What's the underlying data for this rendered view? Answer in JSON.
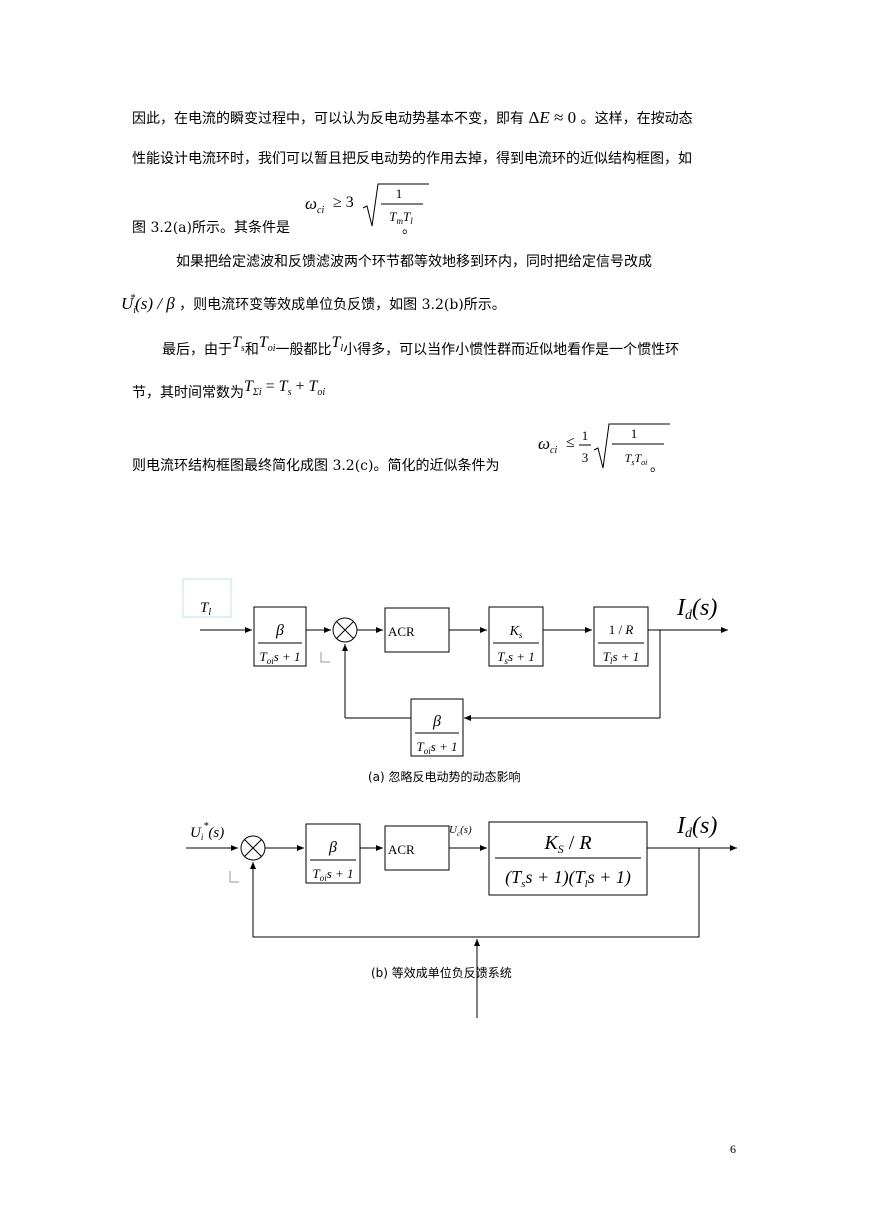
{
  "body": {
    "p1_l1_a": "因此，在电流的瞬变过程中，可以认为反电动势基本不变，即有",
    "p1_l1_math": "ΔE ≈ 0",
    "p1_l1_b": "。这样，在按动态",
    "p1_l2": "性能设计电流环时，我们可以暂且把反电动势的作用去掉，得到电流环的近似结构框图，如",
    "p1_l3_a": "图 3.2(a)所示。其条件是",
    "cond1_lhs": "ω",
    "cond1_lhs_sub": "ci",
    "cond1_rel": "≥ 3",
    "cond1_num": "1",
    "cond1_den": "T_m T_l",
    "p1_l3_end": "。",
    "p2_l1": "如果把给定滤波和反馈滤波两个环节都等效地移到环内，同时把给定信号改成",
    "p2_l2_math": "U_i*(s) / β",
    "p2_l2_b": "，则电流环变等效成单位负反馈，如图 3.2(b)所示。",
    "p3_l1_a": "最后，由于",
    "p3_Ts": "T_s",
    "p3_l1_and": "和",
    "p3_Toi": "T_oi",
    "p3_l1_b": "一般都比",
    "p3_Tl": "T_l",
    "p3_l1_c": "小得多，可以当作小惯性群而近似地看作是一个惯性环",
    "p3_l2_a": "节，其时间常数为",
    "p3_l2_math": "T_Σi = T_s + T_oi",
    "p4_a": "则电流环结构框图最终简化成图 3.2(c)。简化的近似条件为",
    "cond2_rel": "≤",
    "cond2_coef_num": "1",
    "cond2_coef_den": "3",
    "cond2_num": "1",
    "cond2_den": "T_s T_oi",
    "p4_end": "。"
  },
  "diagram_a": {
    "input_label": "T_l",
    "block1_num": "β",
    "block1_den": "T_oi s + 1",
    "acr": "ACR",
    "block3_num": "K_s",
    "block3_den": "T_s s + 1",
    "block4_num": "1 / R",
    "block4_den": "T_l s + 1",
    "output_label": "I_d(s)",
    "feedback_num": "β",
    "feedback_den": "T_oi s + 1",
    "caption": "(a)  忽略反电动势的动态影响"
  },
  "diagram_b": {
    "input_label": "U_i*(s)",
    "block1_num": "β",
    "block1_den": "T_oi s + 1",
    "acr": "ACR",
    "signal_label": "U_c(s)",
    "plant_num": "K_S / R",
    "plant_den": "(T_s s + 1)(T_l s + 1)",
    "output_label": "I_d(s)",
    "caption": "(b)  等效成单位负反馈系统"
  },
  "page_number": "6"
}
